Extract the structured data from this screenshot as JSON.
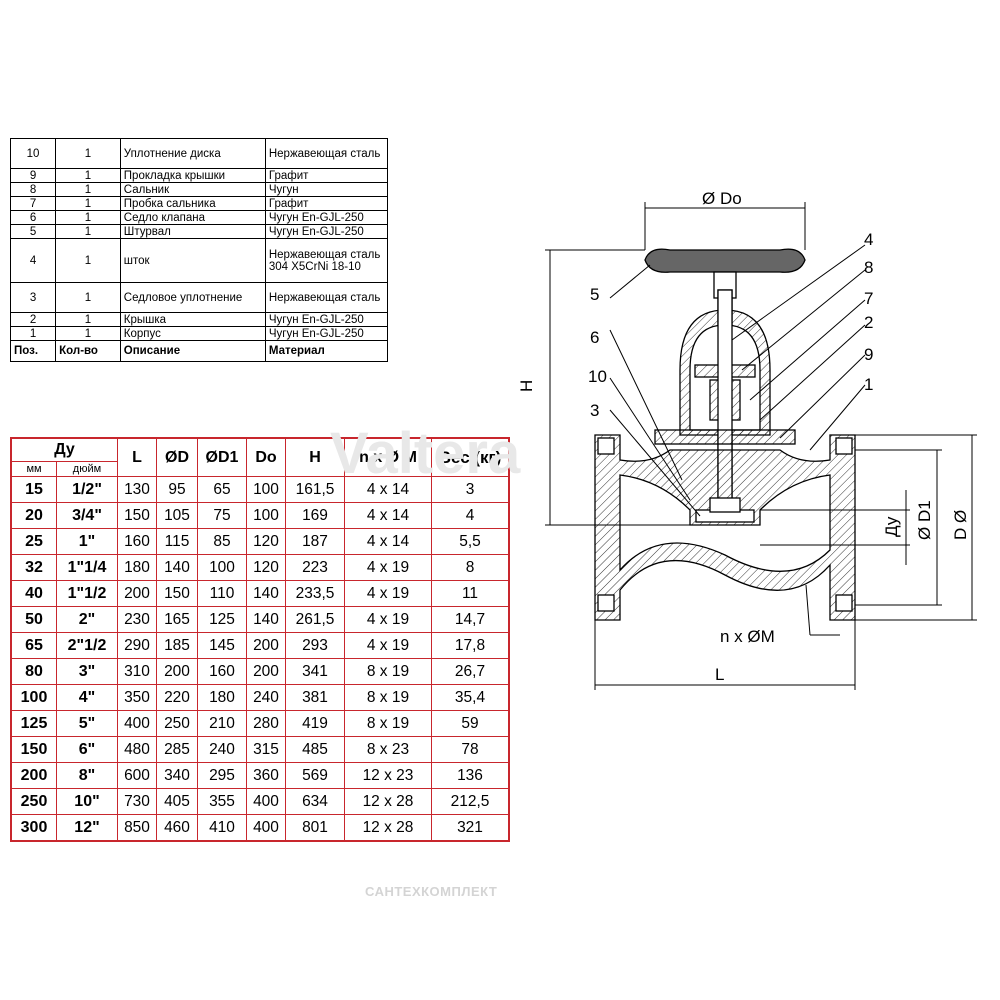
{
  "parts_table": {
    "rows": [
      {
        "pos": "10",
        "qty": "1",
        "desc": "Уплотнение диска",
        "material": "Нержавеющая сталь"
      },
      {
        "pos": "9",
        "qty": "1",
        "desc": "Прокладка крышки",
        "material": "Графит"
      },
      {
        "pos": "8",
        "qty": "1",
        "desc": "Сальник",
        "material": "Чугун"
      },
      {
        "pos": "7",
        "qty": "1",
        "desc": "Пробка сальника",
        "material": "Графит"
      },
      {
        "pos": "6",
        "qty": "1",
        "desc": "Седло клапана",
        "material": "Чугун En-GJL-250"
      },
      {
        "pos": "5",
        "qty": "1",
        "desc": "Штурвал",
        "material": "Чугун En-GJL-250"
      },
      {
        "pos": "4",
        "qty": "1",
        "desc": "шток",
        "material": "Нержавеющая сталь 304 X5CrNi 18-10"
      },
      {
        "pos": "3",
        "qty": "1",
        "desc": "Седловое уплотнение",
        "material": "Нержавеющая сталь"
      },
      {
        "pos": "2",
        "qty": "1",
        "desc": "Крышка",
        "material": "Чугун En-GJL-250"
      },
      {
        "pos": "1",
        "qty": "1",
        "desc": "Корпус",
        "material": "Чугун En-GJL-250"
      }
    ],
    "header": {
      "pos": "Поз.",
      "qty": "Кол-во",
      "desc": "Описание",
      "material": "Материал"
    }
  },
  "dims_table": {
    "headers": {
      "du": "Ду",
      "mm": "мм",
      "inch": "дюйм",
      "L": "L",
      "D": "ØD",
      "D1": "ØD1",
      "Do": "Do",
      "H": "H",
      "nxm": "n x Ø M",
      "weight": "Вес (кг)"
    },
    "rows": [
      [
        "15",
        "1/2\"",
        "130",
        "95",
        "65",
        "100",
        "161,5",
        "4 x 14",
        "3"
      ],
      [
        "20",
        "3/4\"",
        "150",
        "105",
        "75",
        "100",
        "169",
        "4 x 14",
        "4"
      ],
      [
        "25",
        "1\"",
        "160",
        "115",
        "85",
        "120",
        "187",
        "4 x 14",
        "5,5"
      ],
      [
        "32",
        "1\"1/4",
        "180",
        "140",
        "100",
        "120",
        "223",
        "4 x 19",
        "8"
      ],
      [
        "40",
        "1\"1/2",
        "200",
        "150",
        "110",
        "140",
        "233,5",
        "4 x 19",
        "11"
      ],
      [
        "50",
        "2\"",
        "230",
        "165",
        "125",
        "140",
        "261,5",
        "4 x 19",
        "14,7"
      ],
      [
        "65",
        "2\"1/2",
        "290",
        "185",
        "145",
        "200",
        "293",
        "4 x 19",
        "17,8"
      ],
      [
        "80",
        "3\"",
        "310",
        "200",
        "160",
        "200",
        "341",
        "8 x 19",
        "26,7"
      ],
      [
        "100",
        "4\"",
        "350",
        "220",
        "180",
        "240",
        "381",
        "8 x 19",
        "35,4"
      ],
      [
        "125",
        "5\"",
        "400",
        "250",
        "210",
        "280",
        "419",
        "8 x 19",
        "59"
      ],
      [
        "150",
        "6\"",
        "480",
        "285",
        "240",
        "315",
        "485",
        "8 x 23",
        "78"
      ],
      [
        "200",
        "8\"",
        "600",
        "340",
        "295",
        "360",
        "569",
        "12 x 23",
        "136"
      ],
      [
        "250",
        "10\"",
        "730",
        "405",
        "355",
        "400",
        "634",
        "12 x 28",
        "212,5"
      ],
      [
        "300",
        "12\"",
        "850",
        "460",
        "410",
        "400",
        "801",
        "12 x 28",
        "321"
      ]
    ]
  },
  "drawing": {
    "dim_Do": "Ø Do",
    "dim_H": "H",
    "dim_D1": "Ø D1",
    "dim_D": "D Ø",
    "dim_Du": "Ду",
    "dim_nxm": "n x ØM",
    "dim_L": "L",
    "callouts": [
      "5",
      "6",
      "10",
      "3",
      "4",
      "8",
      "7",
      "2",
      "9",
      "1"
    ]
  },
  "watermark": "Valtera",
  "footer": "САНТЕХКОМПЛЕКТ",
  "colors": {
    "table_border": "#c8262d",
    "line": "#000000"
  }
}
